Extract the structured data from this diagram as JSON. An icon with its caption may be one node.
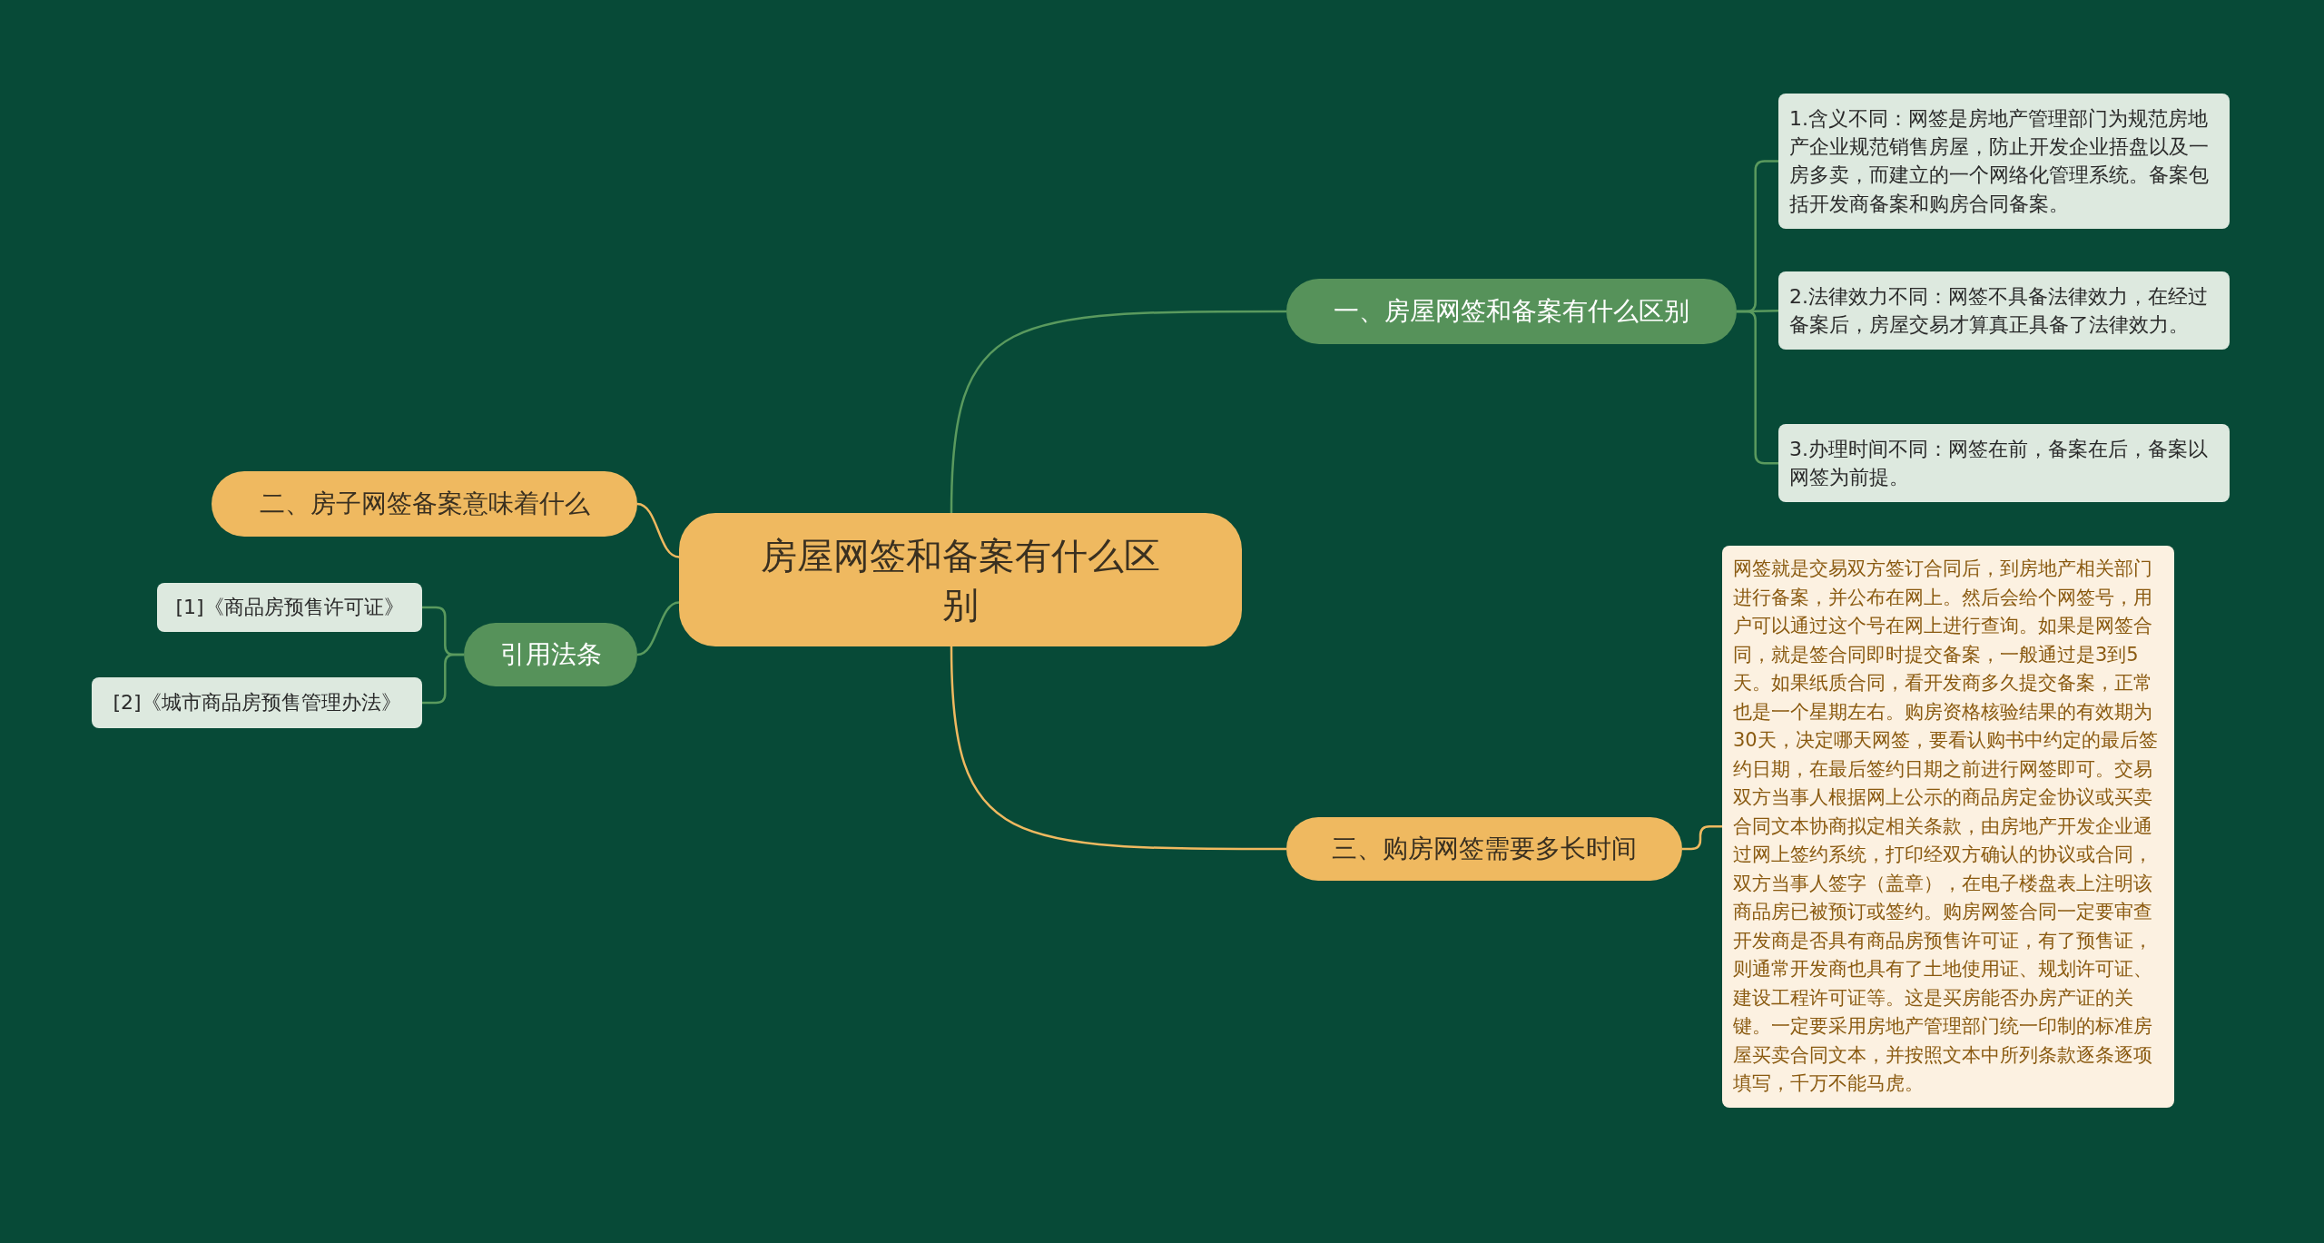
{
  "diagram": {
    "nodes": [
      {
        "text": [
          "房屋网签和备案有什么区别"
        ]
      },
      {
        "text": [
          "一、房屋网签和备案有什么区别"
        ]
      },
      {
        "text": [
          "1.含义不同：网签是房地产管理部门为规范房地产企业规范销售房屋，防止开发企业捂盘以及一房多卖，而建立的一个网络化管理系统。备案包括开发商备案和购房合同备案。"
        ]
      },
      {
        "text": [
          "2.法律效力不同：网签不具备法律效力，在经过备案后，房屋交易才算真正具备了法律效力。"
        ]
      },
      {
        "text": [
          "3.办理时间不同：网签在前，备案在后，备案以网签为前提。"
        ]
      },
      {
        "text": [
          "二、房子网签备案意味着什么"
        ]
      },
      {
        "text": [
          "引用法条"
        ]
      },
      {
        "text": [
          "[1]《商品房预售许可证》"
        ]
      },
      {
        "text": [
          "[2]《城市商品房预售管理办法》"
        ]
      },
      {
        "text": [
          "三、购房网签需要多长时间"
        ]
      },
      {
        "text": [
          "网签就是交易双方签订合同后，到房地产相关部门进行备案，并公布在网上。然后会给个网签号，用户可以通过这个号在网上进行查询。如果是网签合同，就是签合同即时提交备案，一般通过是3到5天。如果纸质合同，看开发商多久提交备案，正常也是一个星期左右。购房资格核验结果的有效期为30天，决定哪天网签，要看认购书中约定的最后签约日期，在最后签约日期之前进行网签即可。交易双方当事人根据网上公示的商品房定金协议或买卖合同文本协商拟定相关条款，由房地产开发企业通过网上签约系统，打印经双方确认的协议或合同，双方当事人签字（盖章），在电子楼盘表上注明该商品房已被预订或签约。购房网签合同一定要审查开发商是否具有商品房预售许可证，有了预售证，则通常开发商也具有了土地使用证、规划许可证、建设工程许可证等。这是买房能否办房产证的关键。一定要采用房地产管理部门统一印制的标准房屋买卖合同文本，并按照文本中所列条款逐条逐项填写，千万不能马虎。"
        ]
      }
    ],
    "edges": [
      {
        "from": 0,
        "to": 1,
        "arrow": "none"
      },
      {
        "from": 1,
        "to": 2,
        "arrow": "none"
      },
      {
        "from": 1,
        "to": 3,
        "arrow": "none"
      },
      {
        "from": 1,
        "to": 4,
        "arrow": "none"
      },
      {
        "from": 0,
        "to": 5,
        "arrow": "none",
        "color": "#efb960"
      },
      {
        "from": 0,
        "to": 6,
        "arrow": "none"
      },
      {
        "from": 6,
        "to": 7,
        "arrow": "none"
      },
      {
        "from": 6,
        "to": 8,
        "arrow": "none"
      },
      {
        "from": 0,
        "to": 9,
        "arrow": "none",
        "color": "#efb960"
      },
      {
        "from": 9,
        "to": 10,
        "arrow": "none",
        "color": "#efb960"
      }
    ]
  }
}
